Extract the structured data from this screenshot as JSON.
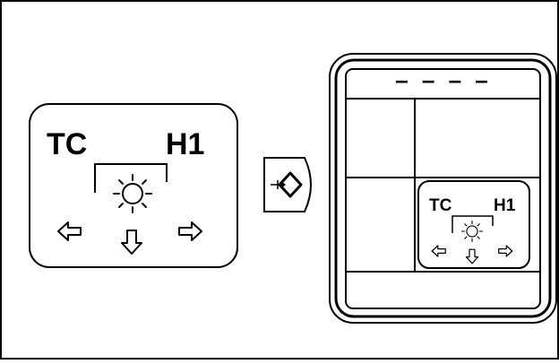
{
  "left_panel": {
    "label_left": "TC",
    "label_right": "H1",
    "icons": [
      "sun-icon",
      "arrow-left-icon",
      "arrow-down-icon",
      "arrow-right-icon"
    ]
  },
  "connector_button": {
    "icon": "enter-diamond-icon"
  },
  "display_unit": {
    "screen_dashes": "– – – –",
    "mini_panel": {
      "label_left": "TC",
      "label_right": "H1",
      "icons": [
        "sun-icon",
        "arrow-left-icon",
        "arrow-down-icon",
        "arrow-right-icon"
      ]
    }
  },
  "colors": {
    "line": "#000000",
    "background": "#ffffff"
  }
}
